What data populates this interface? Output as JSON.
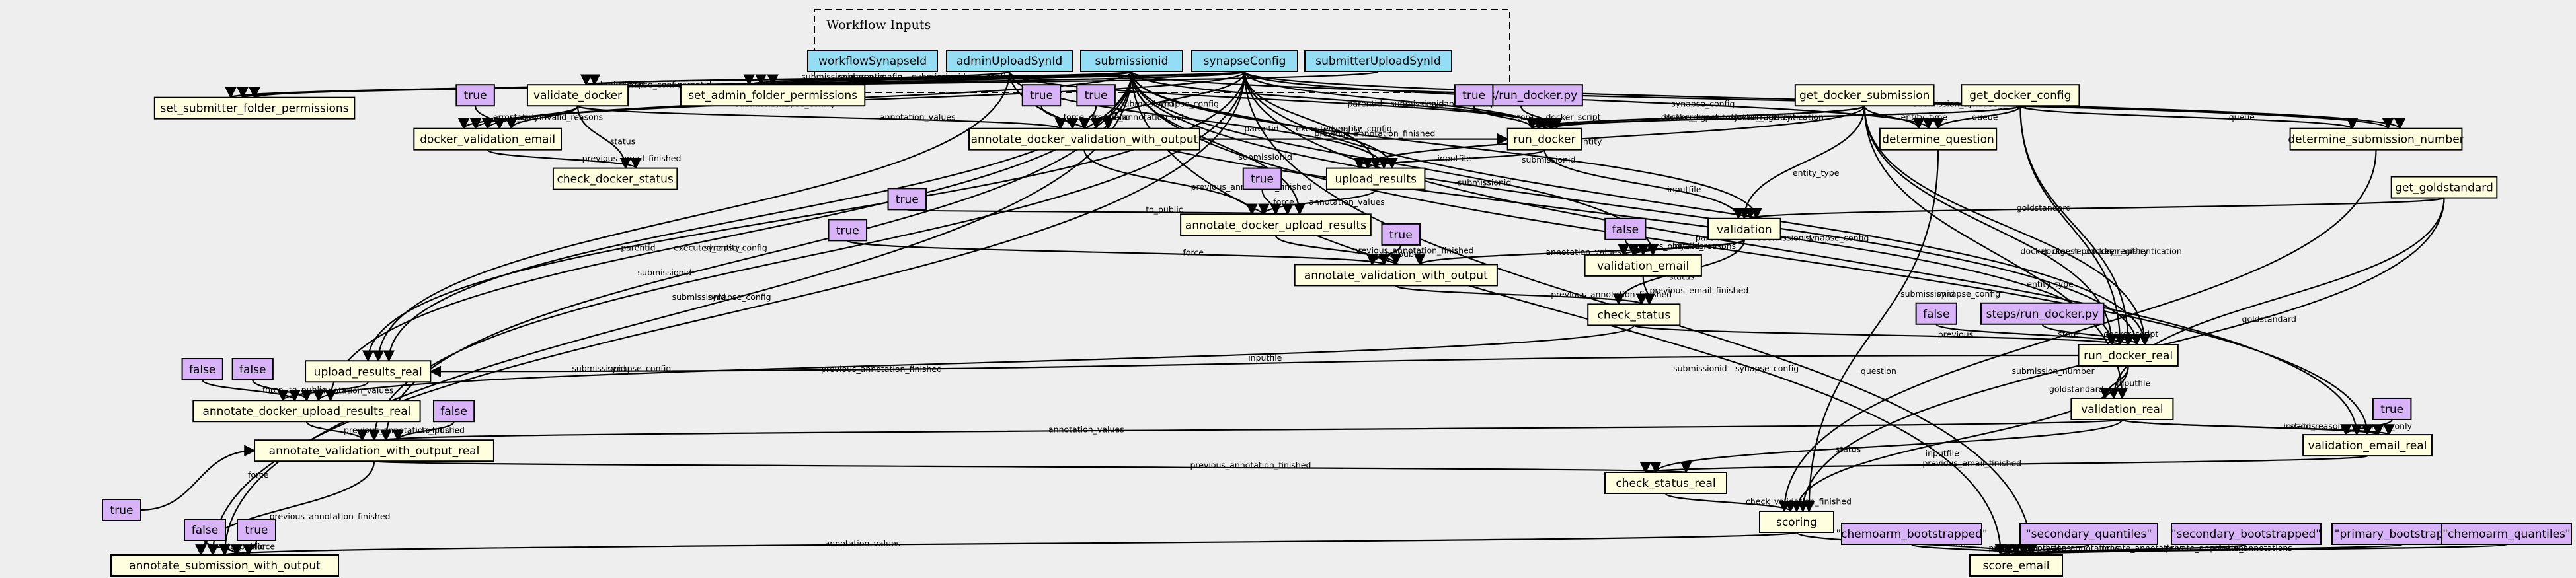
{
  "cluster": {
    "title": "Workflow Inputs"
  },
  "nodes": {
    "in_workflowSynapseId": "workflowSynapseId",
    "in_adminUploadSynId": "adminUploadSynId",
    "in_submissionid": "submissionid",
    "in_synapseConfig": "synapseConfig",
    "in_submitterUploadSynId": "submitterUploadSynId",
    "set_submitter_folder_permissions": "set_submitter_folder_permissions",
    "docker_validation_email": "docker_validation_email",
    "validate_docker": "validate_docker",
    "check_docker_status": "check_docker_status",
    "set_admin_folder_permissions": "set_admin_folder_permissions",
    "annotate_docker_validation_with_output": "annotate_docker_validation_with_output",
    "run_docker": "run_docker",
    "upload_results": "upload_results",
    "annotate_docker_upload_results": "annotate_docker_upload_results",
    "get_docker_submission": "get_docker_submission",
    "get_docker_config": "get_docker_config",
    "determine_question": "determine_question",
    "determine_submission_number": "determine_submission_number",
    "get_goldstandard": "get_goldstandard",
    "validation": "validation",
    "validation_email": "validation_email",
    "annotate_validation_with_output": "annotate_validation_with_output",
    "check_status": "check_status",
    "run_docker_real": "run_docker_real",
    "upload_results_real": "upload_results_real",
    "annotate_docker_upload_results_real": "annotate_docker_upload_results_real",
    "validation_real": "validation_real",
    "validation_email_real": "validation_email_real",
    "annotate_validation_with_output_real": "annotate_validation_with_output_real",
    "check_status_real": "check_status_real",
    "scoring": "scoring",
    "annotate_submission_with_output": "annotate_submission_with_output",
    "score_email": "score_email",
    "c_true_a": "true",
    "c_true_b": "true",
    "c_true_c": "true",
    "c_steps_run_docker": "steps/run_docker.py",
    "c_true_d": "true",
    "c_true_e": "true",
    "c_true_f": "true",
    "c_true_g": "true",
    "c_false_a": "false",
    "c_false_b": "false",
    "c_steps_run_docker_real": "steps/run_docker.py",
    "c_true_h": "true",
    "c_false_c": "false",
    "c_false_d": "false",
    "c_true_i": "true",
    "c_true_j": "true",
    "c_false_e": "false",
    "c_true_k": "true",
    "c_chemoarm_bootstrapped": "\"chemoarm_bootstrapped\"",
    "c_secondary_quantiles": "\"secondary_quantiles\"",
    "c_secondary_bootstrapped": "\"secondary_bootstrapped\"",
    "c_primary_bootstrapped": "\"primary_bootstrapped\"",
    "c_chemoarm_quantiles": "\"chemoarm_quantiles\""
  },
  "edge_labels": {
    "synapse_config": "synapse_config",
    "submissionid": "submissionid",
    "parentid": "parentid",
    "executed_entity": "executed_entity",
    "status": "status",
    "invalid_reasons": "invalid_reasons",
    "errors_only": "errors_only",
    "previous_email_finished": "previous_email_finished",
    "annotation_values": "annotation_values",
    "to_public": "to_public",
    "force_change_annotation_acl": "force_change_annotation_acl",
    "previous_annotation_finished": "previous_annotation_finished",
    "docker_digest": "docker_digest",
    "docker_repository": "docker_repository",
    "docker_registry": "docker_registry",
    "docker_authentication": "docker_authentication",
    "docker_script": "docker_script",
    "store": "store",
    "inputfile": "inputfile",
    "force": "force",
    "used_entity": "used_entity",
    "entity_type": "entity_type",
    "queue": "queue",
    "submission_id": "submission_id",
    "submission_number": "submission_number",
    "goldstandard": "goldstandard",
    "previous": "previous",
    "question": "question",
    "check_validation_finished": "check_validation_finished",
    "results": "results",
    "private_annotations": "private_annotations"
  }
}
